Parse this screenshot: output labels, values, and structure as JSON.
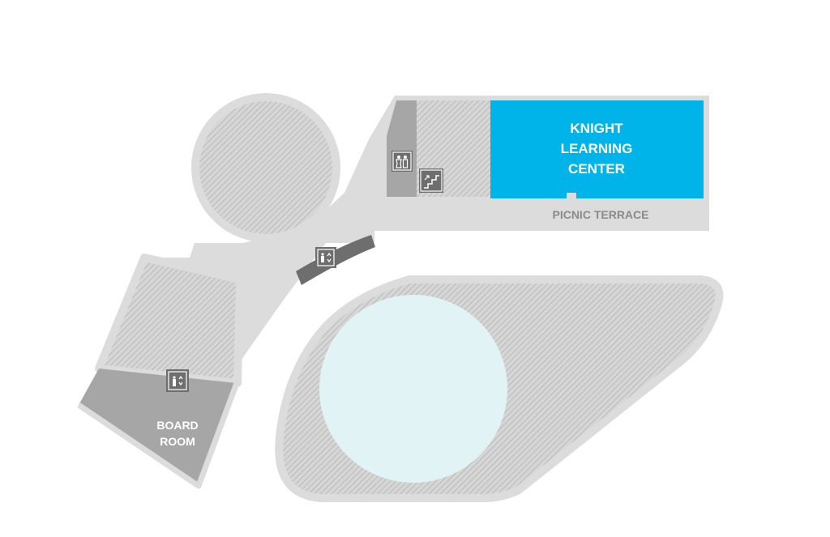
{
  "map": {
    "rooms": {
      "knight_line1": "KNIGHT",
      "knight_line2": "LEARNING",
      "knight_line3": "CENTER",
      "board_line1": "BOARD",
      "board_line2": "ROOM",
      "picnic": "PICNIC TERRACE"
    },
    "icons": [
      "restroom-icon",
      "stairs-icon",
      "elevator-icon"
    ],
    "colors": {
      "knight_learning_center": "#00b4e9",
      "pool": "#e1f3f4",
      "walkway": "#dcdcdc",
      "utility": "#a6a6a6",
      "hatch": "#bdbdbd",
      "icon_bg": "#6e6e6e"
    }
  }
}
